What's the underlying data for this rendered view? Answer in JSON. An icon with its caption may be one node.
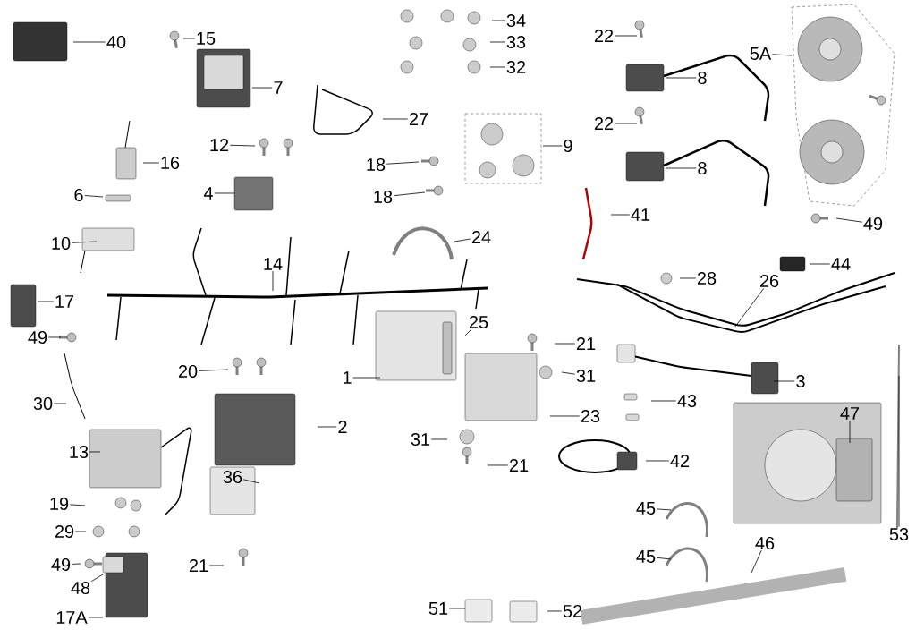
{
  "diagram": {
    "nodes": [
      {
        "text": [
          "34"
        ]
      },
      {
        "text": [
          "15"
        ]
      },
      {
        "text": [
          "22"
        ]
      },
      {
        "text": [
          "40"
        ]
      },
      {
        "text": [
          "33"
        ]
      },
      {
        "text": [
          "5A"
        ]
      },
      {
        "text": [
          "32"
        ]
      },
      {
        "text": [
          "8"
        ]
      },
      {
        "text": [
          "7"
        ]
      },
      {
        "text": [
          "27"
        ]
      },
      {
        "text": [
          "22"
        ]
      },
      {
        "text": [
          "12"
        ]
      },
      {
        "text": [
          "9"
        ]
      },
      {
        "text": [
          "16"
        ]
      },
      {
        "text": [
          "18"
        ]
      },
      {
        "text": [
          "8"
        ]
      },
      {
        "text": [
          "6"
        ]
      },
      {
        "text": [
          "4"
        ]
      },
      {
        "text": [
          "18"
        ]
      },
      {
        "text": [
          "41"
        ]
      },
      {
        "text": [
          "49"
        ]
      },
      {
        "text": [
          "10"
        ]
      },
      {
        "text": [
          "24"
        ]
      },
      {
        "text": [
          "14"
        ]
      },
      {
        "text": [
          "44"
        ]
      },
      {
        "text": [
          "28"
        ]
      },
      {
        "text": [
          "26"
        ]
      },
      {
        "text": [
          "17"
        ]
      },
      {
        "text": [
          "25"
        ]
      },
      {
        "text": [
          "49"
        ]
      },
      {
        "text": [
          "21"
        ]
      },
      {
        "text": [
          "20"
        ]
      },
      {
        "text": [
          "31"
        ]
      },
      {
        "text": [
          "1"
        ]
      },
      {
        "text": [
          "3"
        ]
      },
      {
        "text": [
          "43"
        ]
      },
      {
        "text": [
          "30"
        ]
      },
      {
        "text": [
          "47"
        ]
      },
      {
        "text": [
          "23"
        ]
      },
      {
        "text": [
          "2"
        ]
      },
      {
        "text": [
          "31"
        ]
      },
      {
        "text": [
          "13"
        ]
      },
      {
        "text": [
          "42"
        ]
      },
      {
        "text": [
          "21"
        ]
      },
      {
        "text": [
          "36"
        ]
      },
      {
        "text": [
          "19"
        ]
      },
      {
        "text": [
          "45"
        ]
      },
      {
        "text": [
          "29"
        ]
      },
      {
        "text": [
          "53"
        ]
      },
      {
        "text": [
          "46"
        ]
      },
      {
        "text": [
          "45"
        ]
      },
      {
        "text": [
          "49"
        ]
      },
      {
        "text": [
          "21"
        ]
      },
      {
        "text": [
          "48"
        ]
      },
      {
        "text": [
          "51"
        ]
      },
      {
        "text": [
          "52"
        ]
      },
      {
        "text": [
          "17A"
        ]
      }
    ],
    "edges": [
      {
        "from": 0,
        "to": null,
        "arrow": "none"
      },
      {
        "from": 1,
        "to": null,
        "arrow": "none"
      },
      {
        "from": 2,
        "to": null,
        "arrow": "none"
      },
      {
        "from": 3,
        "to": null,
        "arrow": "none"
      },
      {
        "from": 4,
        "to": null,
        "arrow": "none"
      },
      {
        "from": 5,
        "to": null,
        "arrow": "none"
      },
      {
        "from": 6,
        "to": null,
        "arrow": "none"
      },
      {
        "from": 7,
        "to": null,
        "arrow": "none"
      },
      {
        "from": 8,
        "to": null,
        "arrow": "none"
      },
      {
        "from": 9,
        "to": null,
        "arrow": "none"
      },
      {
        "from": 10,
        "to": null,
        "arrow": "none"
      },
      {
        "from": 11,
        "to": null,
        "arrow": "none"
      },
      {
        "from": 12,
        "to": null,
        "arrow": "none"
      },
      {
        "from": 13,
        "to": null,
        "arrow": "none"
      },
      {
        "from": 14,
        "to": null,
        "arrow": "none"
      },
      {
        "from": 15,
        "to": null,
        "arrow": "none"
      },
      {
        "from": 16,
        "to": null,
        "arrow": "none"
      },
      {
        "from": 17,
        "to": null,
        "arrow": "none"
      },
      {
        "from": 18,
        "to": null,
        "arrow": "none"
      },
      {
        "from": 19,
        "to": null,
        "arrow": "none"
      },
      {
        "from": 20,
        "to": null,
        "arrow": "none"
      },
      {
        "from": 21,
        "to": null,
        "arrow": "none"
      },
      {
        "from": 22,
        "to": null,
        "arrow": "none"
      },
      {
        "from": 23,
        "to": null,
        "arrow": "none"
      },
      {
        "from": 24,
        "to": null,
        "arrow": "none"
      },
      {
        "from": 25,
        "to": null,
        "arrow": "none"
      },
      {
        "from": 26,
        "to": null,
        "arrow": "none"
      },
      {
        "from": 27,
        "to": null,
        "arrow": "none"
      },
      {
        "from": 28,
        "to": null,
        "arrow": "none"
      },
      {
        "from": 29,
        "to": null,
        "arrow": "none"
      },
      {
        "from": 30,
        "to": null,
        "arrow": "none"
      },
      {
        "from": 31,
        "to": null,
        "arrow": "none"
      },
      {
        "from": 32,
        "to": null,
        "arrow": "none"
      },
      {
        "from": 33,
        "to": null,
        "arrow": "none"
      },
      {
        "from": 34,
        "to": null,
        "arrow": "none"
      },
      {
        "from": 35,
        "to": null,
        "arrow": "none"
      },
      {
        "from": 36,
        "to": null,
        "arrow": "none"
      },
      {
        "from": 37,
        "to": null,
        "arrow": "none"
      },
      {
        "from": 38,
        "to": null,
        "arrow": "none"
      },
      {
        "from": 39,
        "to": null,
        "arrow": "none"
      },
      {
        "from": 40,
        "to": null,
        "arrow": "none"
      },
      {
        "from": 41,
        "to": null,
        "arrow": "none"
      },
      {
        "from": 42,
        "to": null,
        "arrow": "none"
      },
      {
        "from": 43,
        "to": null,
        "arrow": "none"
      },
      {
        "from": 44,
        "to": null,
        "arrow": "none"
      },
      {
        "from": 45,
        "to": null,
        "arrow": "none"
      },
      {
        "from": 46,
        "to": null,
        "arrow": "none"
      },
      {
        "from": 47,
        "to": null,
        "arrow": "none"
      },
      {
        "from": 48,
        "to": null,
        "arrow": "none"
      },
      {
        "from": 49,
        "to": null,
        "arrow": "none"
      },
      {
        "from": 50,
        "to": null,
        "arrow": "none"
      },
      {
        "from": 51,
        "to": null,
        "arrow": "none"
      },
      {
        "from": 52,
        "to": null,
        "arrow": "none"
      },
      {
        "from": 53,
        "to": null,
        "arrow": "none"
      },
      {
        "from": 54,
        "to": null,
        "arrow": "none"
      },
      {
        "from": 55,
        "to": null,
        "arrow": "none"
      },
      {
        "from": 56,
        "to": null,
        "arrow": "none"
      }
    ]
  }
}
